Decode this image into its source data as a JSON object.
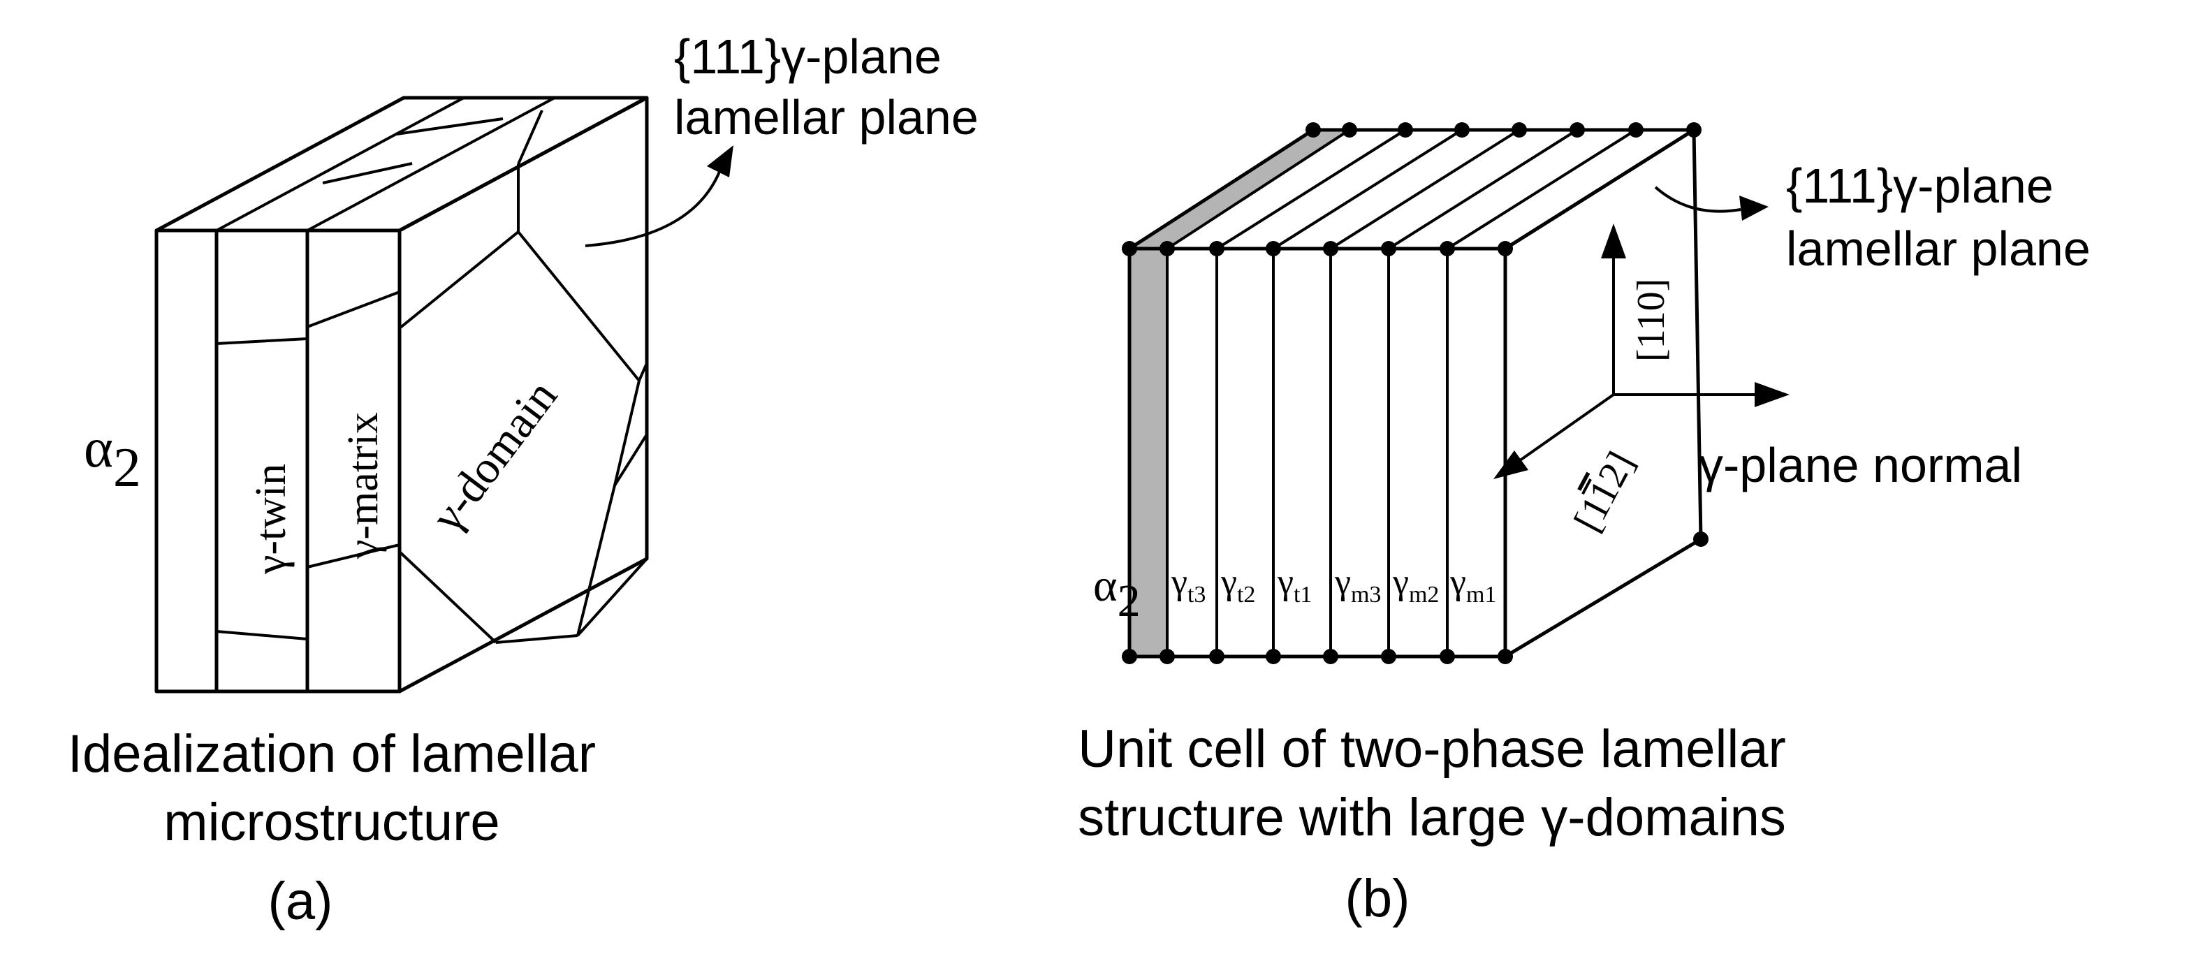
{
  "panel_a": {
    "caption_line1": "Idealization of lamellar",
    "caption_line2": "microstructure",
    "label": "(a)",
    "plane_label_line1": "{111}γ-plane",
    "plane_label_line2": "lamellar plane",
    "alpha_symbol": "α",
    "alpha_sub": "2",
    "twin_label": "γ-twin",
    "matrix_label": "γ-matrix",
    "domain_label": "γ-domain"
  },
  "panel_b": {
    "caption_line1": "Unit cell of two-phase lamellar",
    "caption_line2": "structure with large γ-domains",
    "label": "(b)",
    "plane_label_line1": "{111}γ-plane",
    "plane_label_line2": "lamellar plane",
    "normal_label": "γ-plane normal",
    "dir_110": "[110]",
    "dir_1bar12_open": "[1",
    "dir_1bar12_bar": "1",
    "dir_1bar12_close": "2]",
    "alpha_symbol": "α",
    "alpha_sub": "2",
    "lamellae": [
      {
        "sym": "γ",
        "sub": "t3"
      },
      {
        "sym": "γ",
        "sub": "t2"
      },
      {
        "sym": "γ",
        "sub": "t1"
      },
      {
        "sym": "γ",
        "sub": "m3"
      },
      {
        "sym": "γ",
        "sub": "m2"
      },
      {
        "sym": "γ",
        "sub": "m1"
      }
    ],
    "alpha_fill": "#b4b4b4"
  }
}
